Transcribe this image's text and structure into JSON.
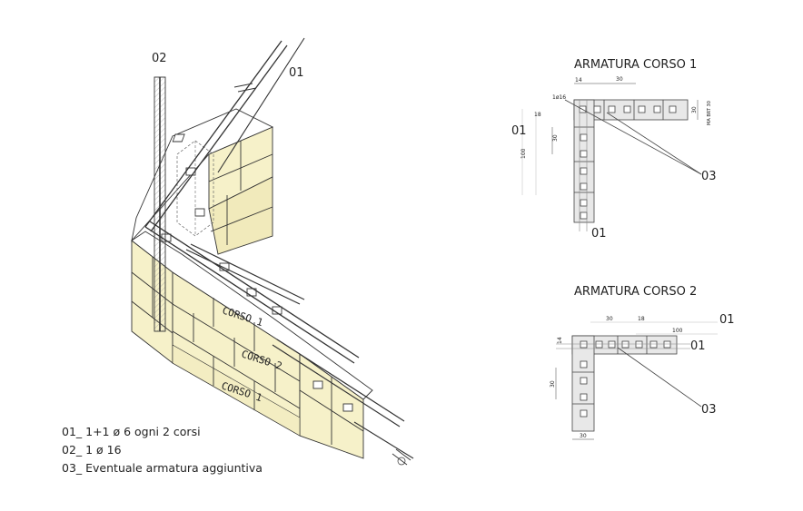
{
  "axonometric": {
    "callouts": {
      "bar_01": "01",
      "bar_02": "02"
    },
    "course_labels": [
      "CORSO 1",
      "CORSO 2",
      "CORSO 1"
    ]
  },
  "plan_1": {
    "title": "ARMATURA CORSO 1",
    "callouts": {
      "left_01": "01",
      "bottom_01": "01",
      "ref_03": "03"
    },
    "dims": {
      "d14": "14",
      "d30_top": "30",
      "bar": "1ø16",
      "d18": "18",
      "d100": "100",
      "d30_side": "30",
      "d30_right": "30",
      "right_note": "MA BRT 30"
    }
  },
  "plan_2": {
    "title": "ARMATURA CORSO 2",
    "callouts": {
      "right_01a": "01",
      "right_01b": "01",
      "ref_03": "03"
    },
    "dims": {
      "d30_top": "30",
      "d18": "18",
      "d100": "100",
      "d14": "14",
      "d30_side": "30",
      "d30_bottom": "30"
    }
  },
  "legend": [
    "01_ 1+1 ø 6 ogni 2 corsi",
    "02_ 1 ø 16",
    "03_ Eventuale armatura aggiuntiva"
  ],
  "colors": {
    "block_fill": "#f6f1c9",
    "line": "#333333",
    "plan_fill": "#e8e8e8"
  }
}
